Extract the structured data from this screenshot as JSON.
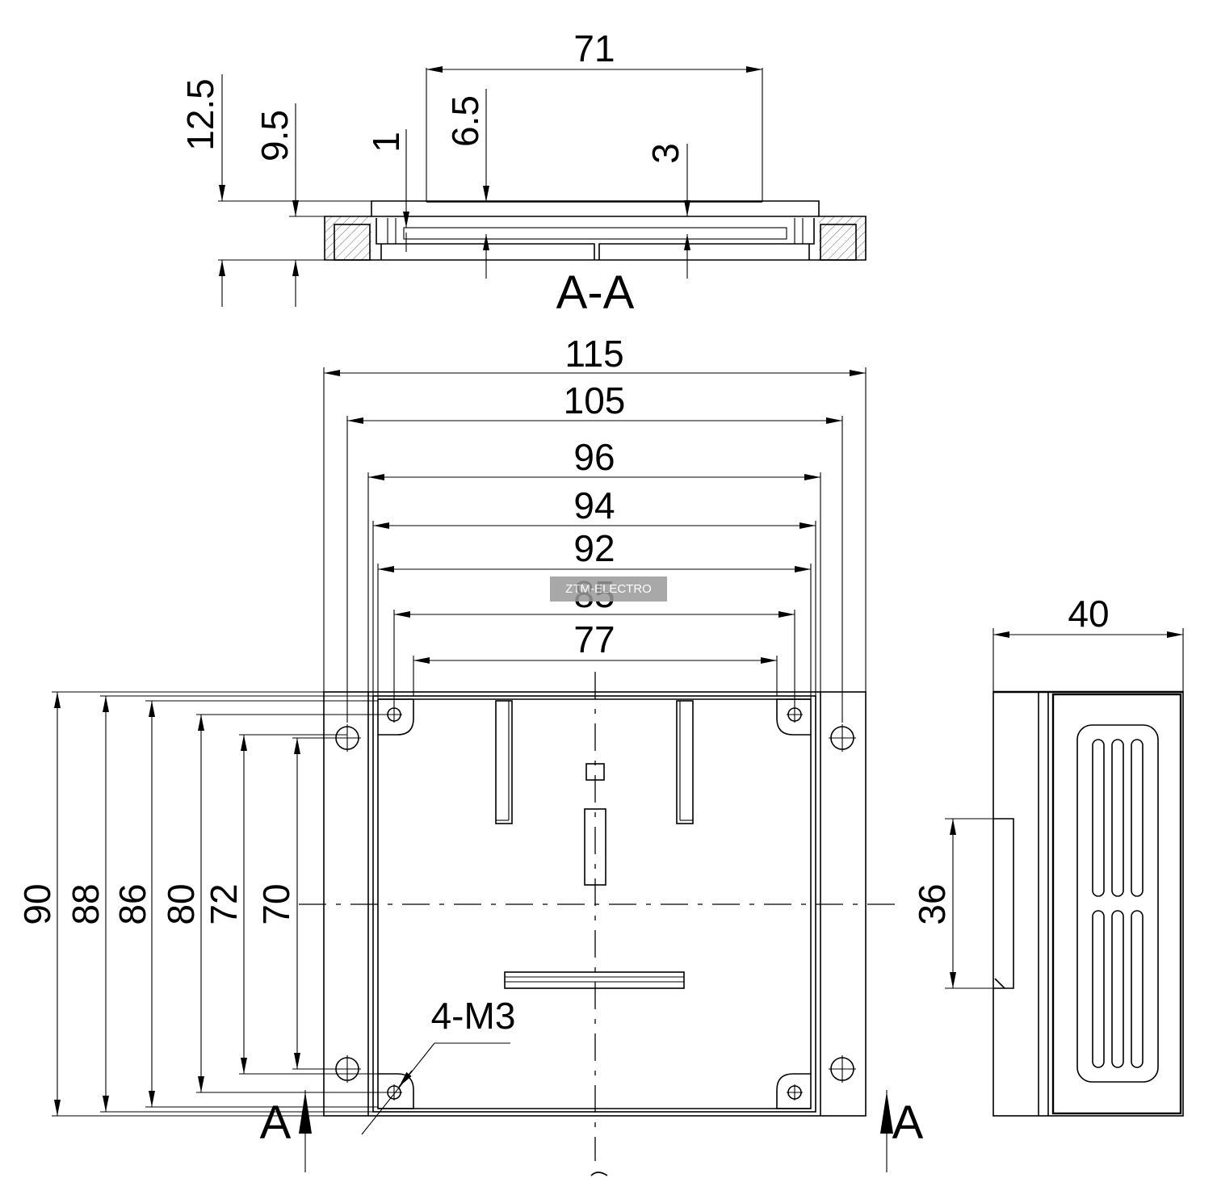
{
  "section_view": {
    "label": "A-A",
    "dims": {
      "width": "71",
      "h_total": "12.5",
      "h_body": "9.5",
      "lip": "1",
      "recess": "6.5",
      "floor": "3"
    }
  },
  "top_view": {
    "widths": [
      "115",
      "105",
      "96",
      "94",
      "92",
      "85",
      "77"
    ],
    "heights": [
      "90",
      "88",
      "86",
      "80",
      "72",
      "70"
    ],
    "thread_note": "4-M3",
    "section_marker": "A"
  },
  "side_view": {
    "depth": "40",
    "rail": "36"
  },
  "watermark": "ZTM-ELECTRO"
}
